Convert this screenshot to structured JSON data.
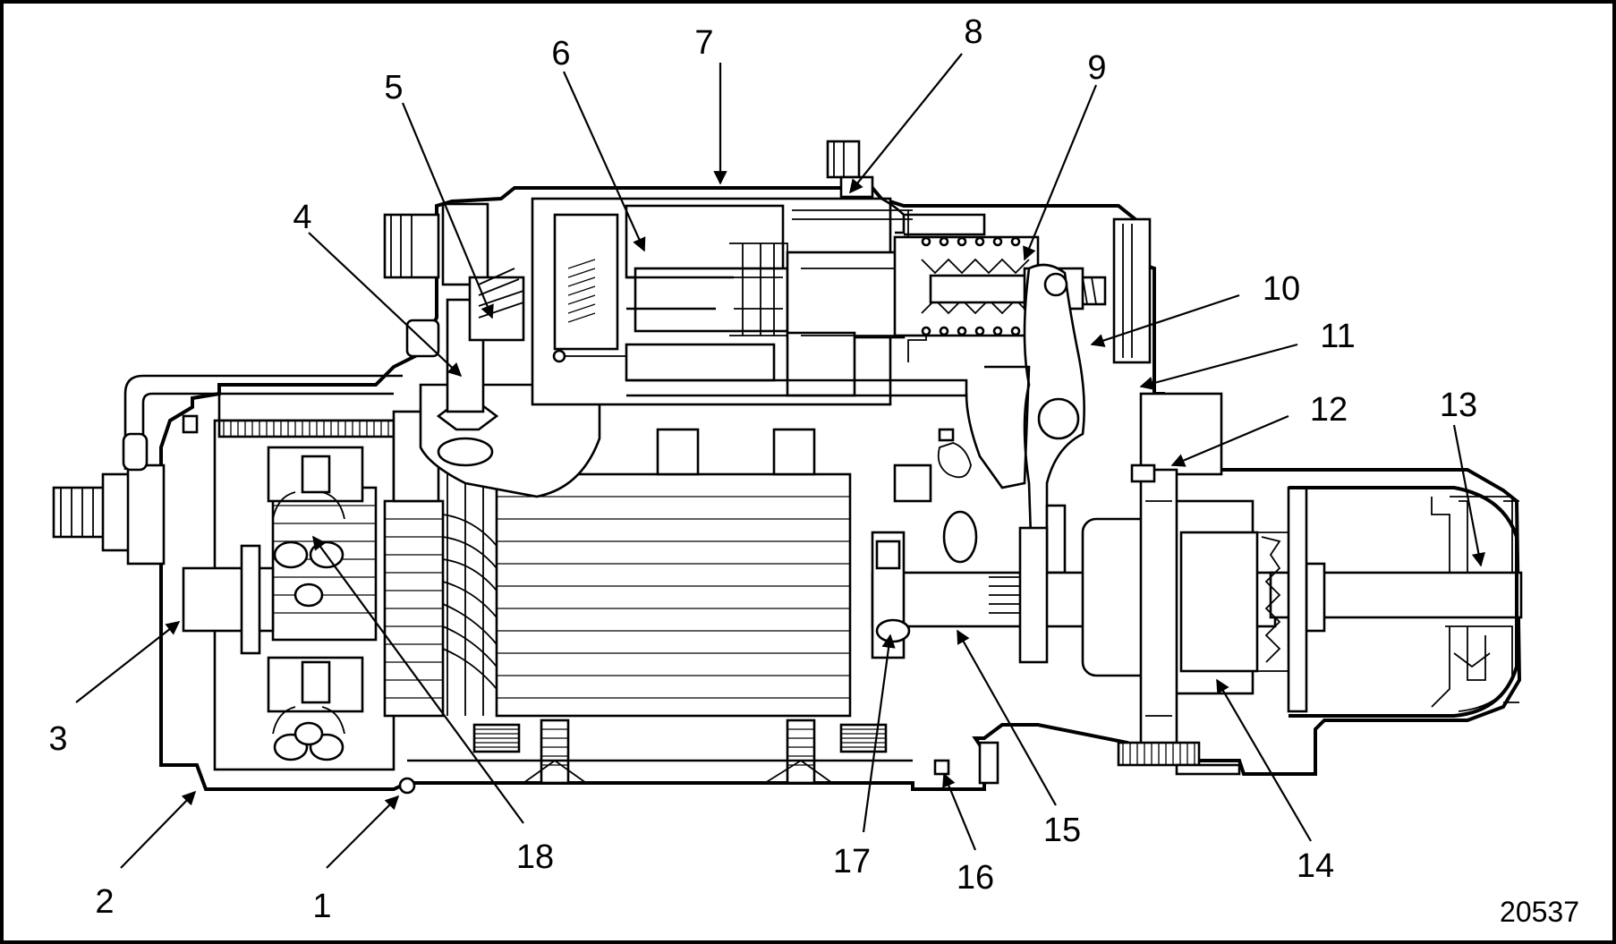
{
  "figure": {
    "reference_number": "20537",
    "callouts": [
      {
        "id": "c1",
        "label": "1"
      },
      {
        "id": "c2",
        "label": "2"
      },
      {
        "id": "c3",
        "label": "3"
      },
      {
        "id": "c4",
        "label": "4"
      },
      {
        "id": "c5",
        "label": "5"
      },
      {
        "id": "c6",
        "label": "6"
      },
      {
        "id": "c7",
        "label": "7"
      },
      {
        "id": "c8",
        "label": "8"
      },
      {
        "id": "c9",
        "label": "9"
      },
      {
        "id": "c10",
        "label": "10"
      },
      {
        "id": "c11",
        "label": "11"
      },
      {
        "id": "c12",
        "label": "12"
      },
      {
        "id": "c13",
        "label": "13"
      },
      {
        "id": "c14",
        "label": "14"
      },
      {
        "id": "c15",
        "label": "15"
      },
      {
        "id": "c16",
        "label": "16"
      },
      {
        "id": "c17",
        "label": "17"
      },
      {
        "id": "c18",
        "label": "18"
      }
    ]
  }
}
